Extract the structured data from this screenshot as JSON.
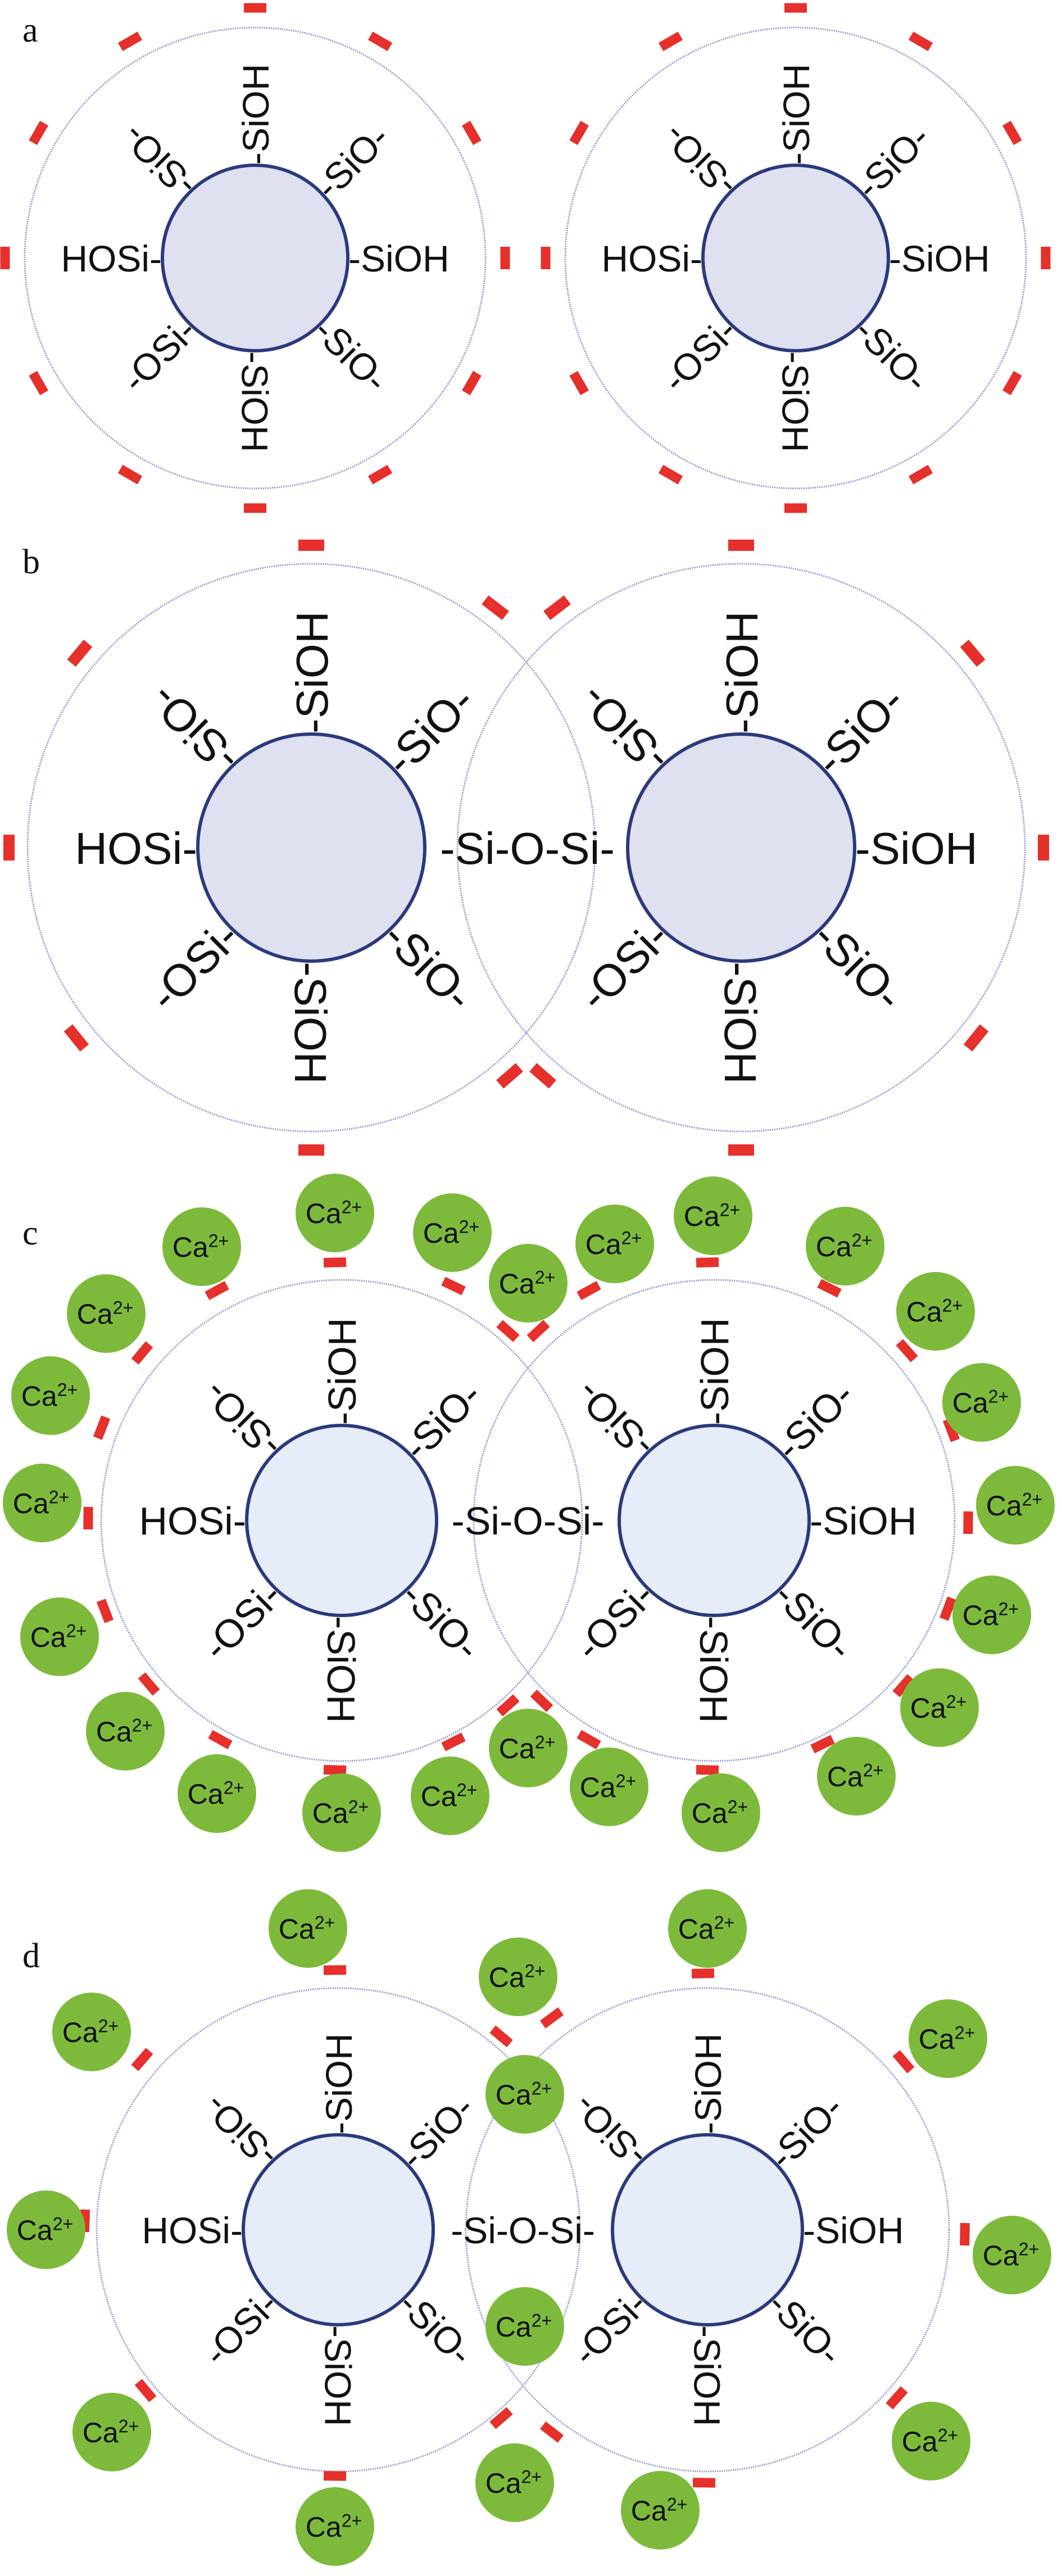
{
  "figure": {
    "spokes": {
      "top": "-SiOH",
      "upper_right": "-SiO-",
      "right": "-SiOH",
      "lower_right": "-SiO-",
      "bottom": "-SiOH",
      "lower_left": "-OSi-",
      "left": "HOSi-",
      "upper_left": "-SiO-"
    },
    "bridge": "-Si-O-Si-",
    "ion": {
      "symbol": "Ca",
      "charge": "2+"
    },
    "panels": [
      {
        "label": "a",
        "bridged": false
      },
      {
        "label": "b",
        "bridged": true
      },
      {
        "label": "c",
        "bridged": true
      },
      {
        "label": "d",
        "bridged": true
      }
    ]
  },
  "colors": {
    "core_fill_ab": "#dfe1f1",
    "core_fill_cd": "#e6edf8",
    "core_stroke": "#2b3a7c",
    "shell_stroke": "#8b93c9",
    "negative_charge": "#e5302b",
    "calcium_ion": "#7dba3b"
  }
}
